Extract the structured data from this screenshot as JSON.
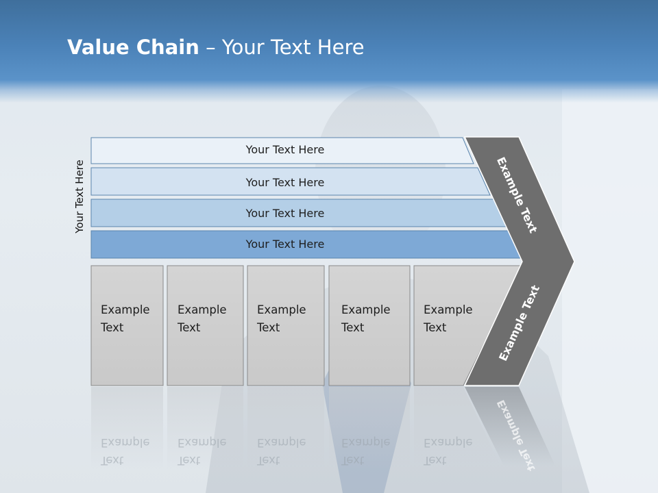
{
  "title": {
    "bold": "Value Chain",
    "rest": " – Your Text Here"
  },
  "side_label": "Your Text Here",
  "bands": [
    {
      "label": "Your Text Here",
      "fill": "#eaf1f8"
    },
    {
      "label": "Your Text Here",
      "fill": "#d3e2f1"
    },
    {
      "label": "Your Text Here",
      "fill": "#b4cfe7"
    },
    {
      "label": "Your Text Here",
      "fill": "#7ea9d6"
    }
  ],
  "boxes": [
    {
      "line1": "Example",
      "line2": "Text"
    },
    {
      "line1": "Example",
      "line2": "Text"
    },
    {
      "line1": "Example",
      "line2": "Text"
    },
    {
      "line1": "Example",
      "line2": "Text"
    },
    {
      "line1": "Example",
      "line2": "Text"
    }
  ],
  "chevron": {
    "upper_label": "Example Text",
    "lower_label": "Example Text"
  },
  "colors": {
    "header": "#4b82b8",
    "chevron": "#6e6e6e",
    "box": "#d0d0d0"
  }
}
